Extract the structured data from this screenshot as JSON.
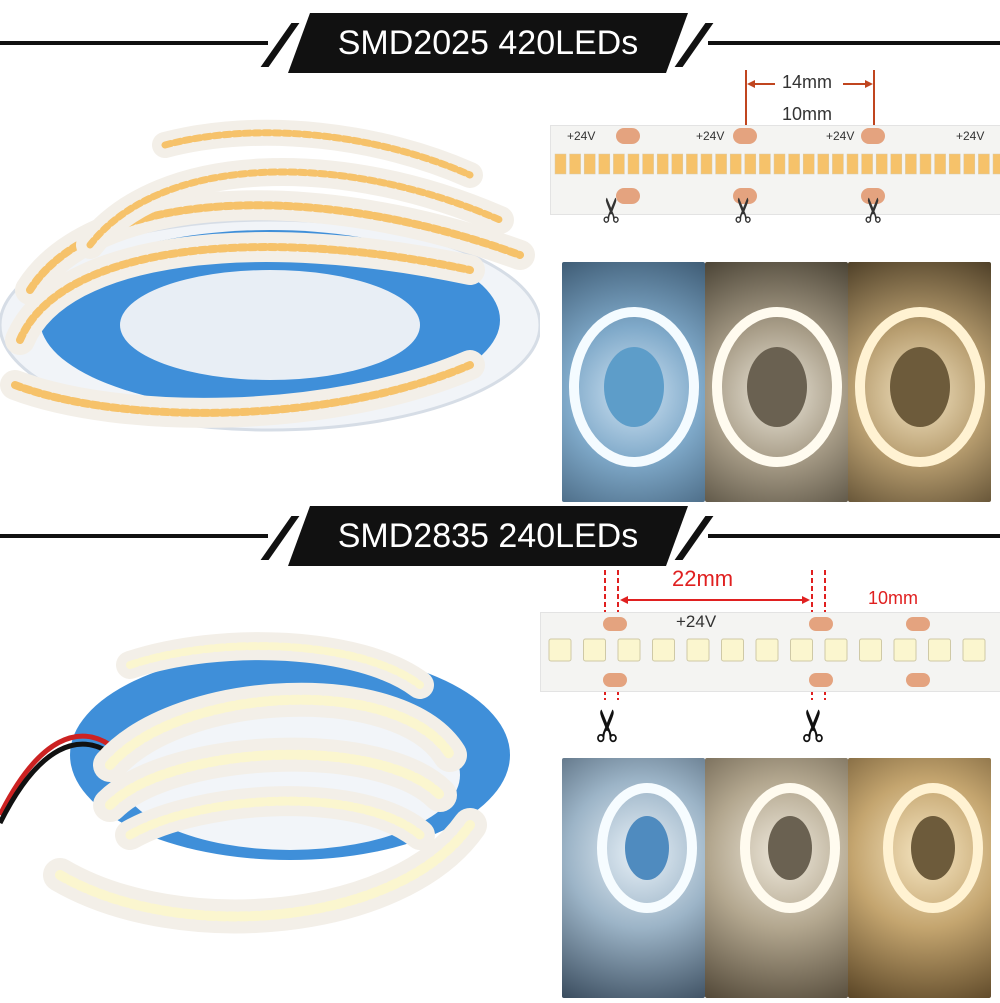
{
  "section1": {
    "title": "SMD2025 420LEDs",
    "dim_pitch": "14mm",
    "dim_width": "10mm",
    "voltage": "+24V",
    "plus": "+",
    "minus": "−"
  },
  "section2": {
    "title": "SMD2835 240LEDs",
    "dim_pitch": "22mm",
    "dim_width": "10mm",
    "voltage": "+24V",
    "plus": "+"
  },
  "colors": {
    "banner": "#111111",
    "dimension_orange": "#c0451f",
    "dimension_red": "#e02020",
    "strip_blue": "#3f8fd9",
    "led_warm": "#f6c26a",
    "led_white": "#fbf6cf",
    "pad_copper": "#e4a37f"
  },
  "photos": {
    "tones": [
      "cool-white",
      "neutral-white",
      "warm-white"
    ]
  }
}
